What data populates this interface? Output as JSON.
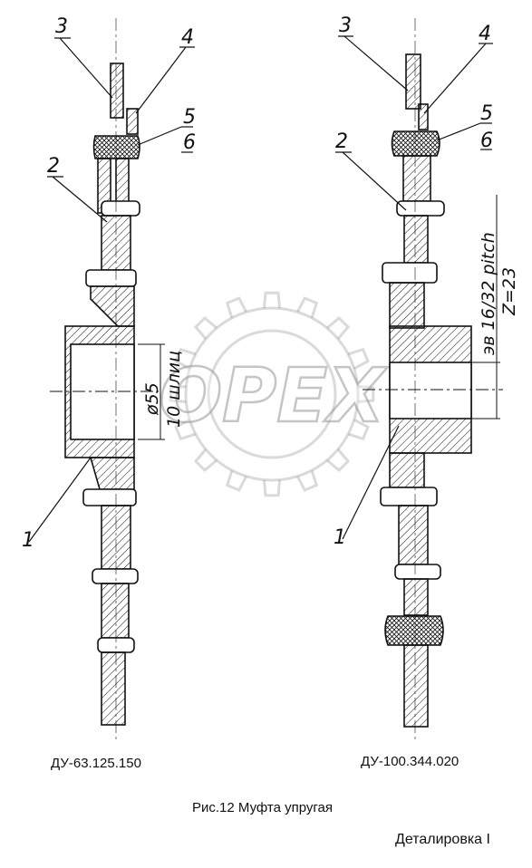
{
  "labels": {
    "left": {
      "p3": "3",
      "p4": "4",
      "p5": "5",
      "p6": "6",
      "p2": "2",
      "p1": "1"
    },
    "right": {
      "p3": "3",
      "p4": "4",
      "p5": "5",
      "p6": "6",
      "p2": "2",
      "p1": "1"
    }
  },
  "dimensions": {
    "left_diameter": "ø55",
    "left_splines": "10 шлиц",
    "right_spline_spec": "эв 16/32 pitch",
    "right_teeth": "Z=23"
  },
  "codes": {
    "left": "ДУ-63.125.150",
    "right": "ДУ-100.344.020"
  },
  "caption": "Рис.12 Муфта упругая",
  "section": "Деталировка  I",
  "watermark": "OPEX"
}
